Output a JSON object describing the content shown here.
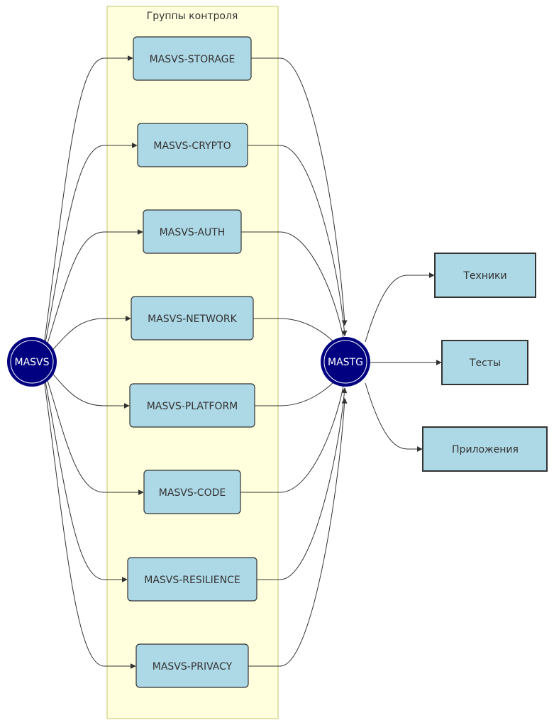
{
  "group": {
    "title": "Группы контроля"
  },
  "source": {
    "label": "MASVS"
  },
  "target": {
    "label": "MASTG"
  },
  "controls": [
    {
      "label": "MASVS-STORAGE"
    },
    {
      "label": "MASVS-CRYPTO"
    },
    {
      "label": "MASVS-AUTH"
    },
    {
      "label": "MASVS-NETWORK"
    },
    {
      "label": "MASVS-PLATFORM"
    },
    {
      "label": "MASVS-CODE"
    },
    {
      "label": "MASVS-RESILIENCE"
    },
    {
      "label": "MASVS-PRIVACY"
    }
  ],
  "outputs": [
    {
      "label": "Техники"
    },
    {
      "label": "Тесты"
    },
    {
      "label": "Приложения"
    }
  ],
  "colors": {
    "group_fill": "#ffffde",
    "group_stroke": "#c5c56a",
    "node_fill": "#add8e6",
    "node_stroke": "#333333",
    "circle_fill": "#000080",
    "circle_ring": "#ffffff",
    "edge": "#333333"
  }
}
